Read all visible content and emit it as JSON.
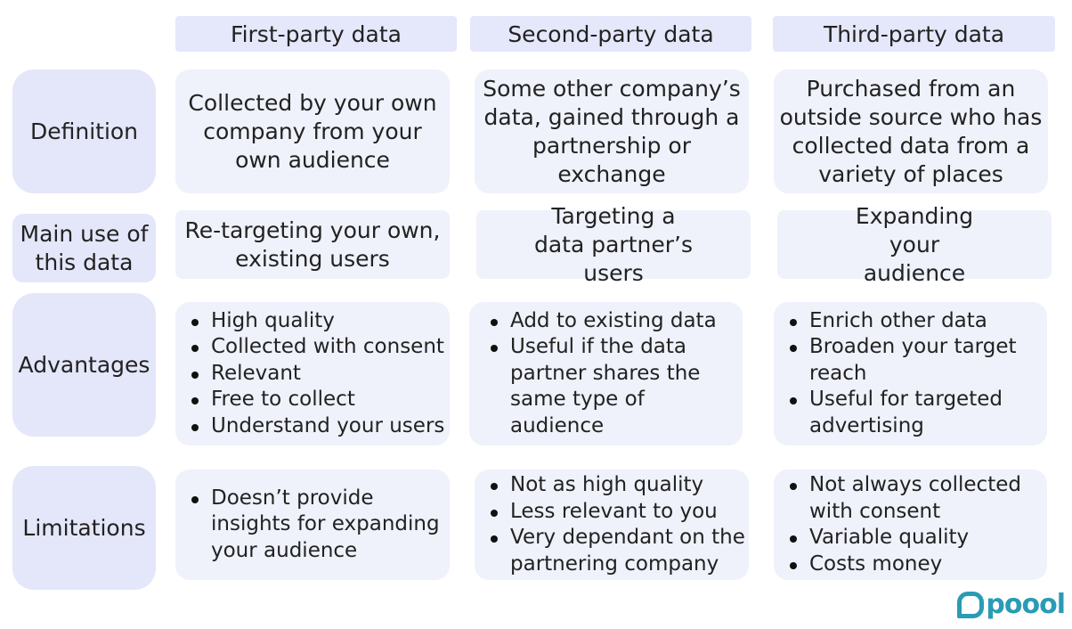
{
  "headers": [
    "First-party data",
    "Second-party data",
    "Third-party data"
  ],
  "rows": {
    "definition": {
      "label": "Definition",
      "cells": [
        "Collected by your own company from your own audience",
        "Some other company’s data, gained through a partnership or exchange",
        "Purchased from an outside source who has collected data from a variety of places"
      ]
    },
    "main_use": {
      "label": "Main use of this data",
      "cells": [
        "Re-targeting your own, existing users",
        "Targeting a data partner’s users",
        "Expanding your audience"
      ]
    },
    "advantages": {
      "label": "Advantages",
      "cells": [
        [
          "High quality",
          "Collected with consent",
          "Relevant",
          "Free to collect",
          "Understand your users"
        ],
        [
          "Add to existing data",
          "Useful if the data partner shares the same type of audience"
        ],
        [
          "Enrich other data",
          "Broaden your target reach",
          "Useful for targeted advertising"
        ]
      ]
    },
    "limitations": {
      "label": "Limitations",
      "cells": [
        [
          "Doesn’t provide insights for expanding your audience"
        ],
        [
          "Not as high quality",
          "Less relevant to you",
          "Very dependant on the partnering company"
        ],
        [
          "Not always collected with consent",
          "Variable quality",
          "Costs money"
        ]
      ]
    }
  },
  "logo": {
    "text": "poool"
  },
  "colors": {
    "header_bg": "#e5e7fb",
    "label_bg": "#e4e6fa",
    "cell_bg": "#eff2fb",
    "logo": "#2a9bb5"
  }
}
